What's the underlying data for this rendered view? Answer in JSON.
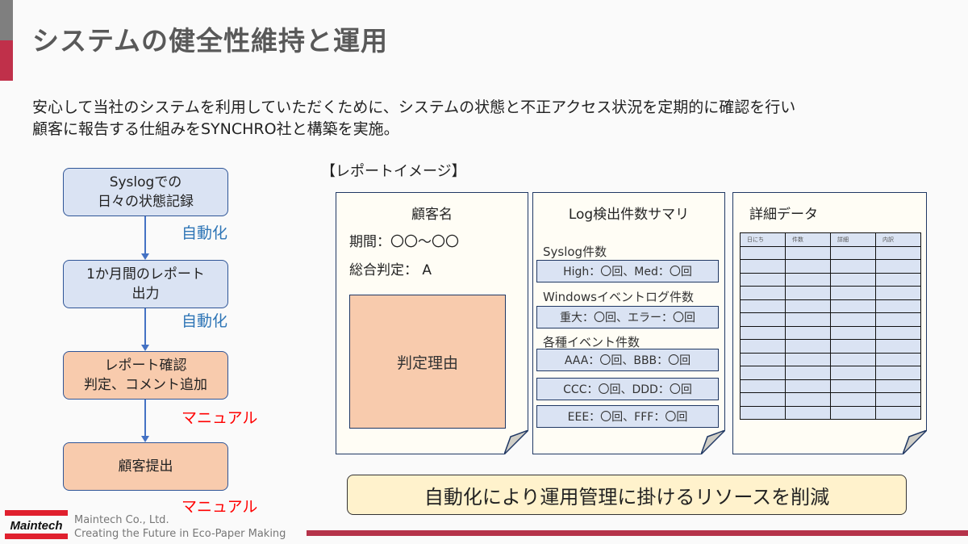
{
  "title": "システムの健全性維持と運用",
  "intro": [
    "安心して当社のシステムを利用していただくために、システムの状態と不正アクセス状況を定期的に確認を行い",
    "顧客に報告する仕組みをSYNCHRO社と構築を実施。"
  ],
  "flow": [
    {
      "line1": "Syslogでの",
      "line2": "日々の状態記録"
    },
    {
      "line1": "1か月間のレポート",
      "line2": "出力"
    },
    {
      "line1": "レポート確認",
      "line2": "判定、コメント追加"
    },
    {
      "line1": "顧客提出",
      "line2": ""
    }
  ],
  "tags": [
    "自動化",
    "自動化",
    "マニュアル",
    "マニュアル"
  ],
  "report_title": "【レポートイメージ】",
  "doc1": {
    "heading": "顧客名",
    "period": "期間：〇〇～〇〇",
    "overall": "総合判定： A",
    "reason": "判定理由"
  },
  "doc2": {
    "heading": "Log検出件数サマリ",
    "syslog": "Syslog件数",
    "syslog_row": "High：〇回、Med：〇回",
    "windows": "Windowsイベントログ件数",
    "windows_row": "重大：〇回、エラー：〇回",
    "events": "各種イベント件数",
    "event_rows": [
      "AAA：〇回、BBB：〇回",
      "CCC：〇回、DDD：〇回",
      "EEE：〇回、FFF：〇回"
    ]
  },
  "doc3": {
    "heading": "詳細データ",
    "columns": [
      "日にち",
      "件数",
      "詳細",
      "内訳"
    ]
  },
  "banner": "自動化により運用管理に掛けるリソースを削減",
  "footer": {
    "logo": "Maintech",
    "company": "Maintech Co., Ltd.",
    "slogan": "Creating the Future in Eco-Paper Making"
  }
}
